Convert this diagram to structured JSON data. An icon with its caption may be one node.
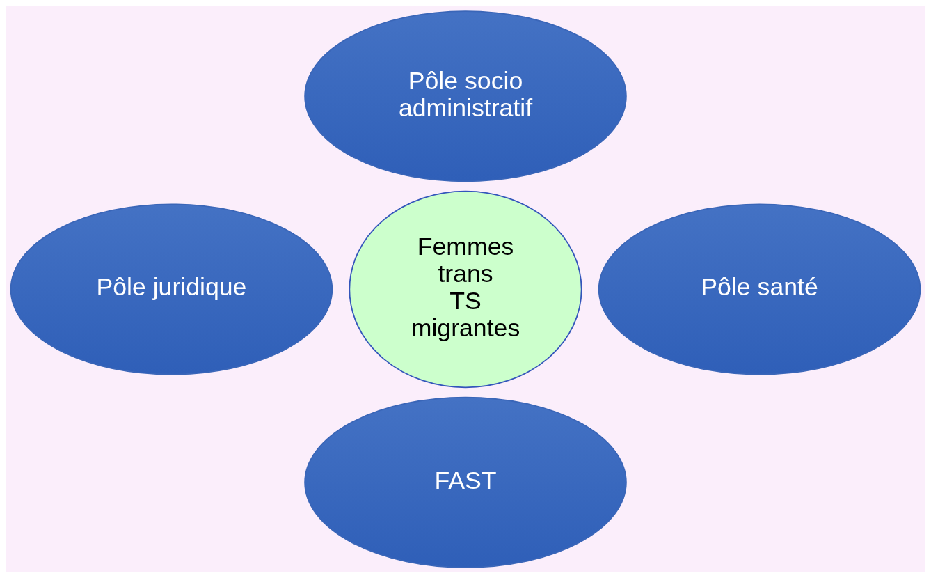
{
  "diagram": {
    "nodes": [
      {
        "text": [
          "Pôle socio administratif"
        ]
      },
      {
        "text": [
          "Pôle juridique"
        ]
      },
      {
        "text": [
          "Femmes trans TS migrantes"
        ]
      },
      {
        "text": [
          "Pôle santé"
        ]
      },
      {
        "text": [
          "FAST"
        ]
      }
    ]
  }
}
